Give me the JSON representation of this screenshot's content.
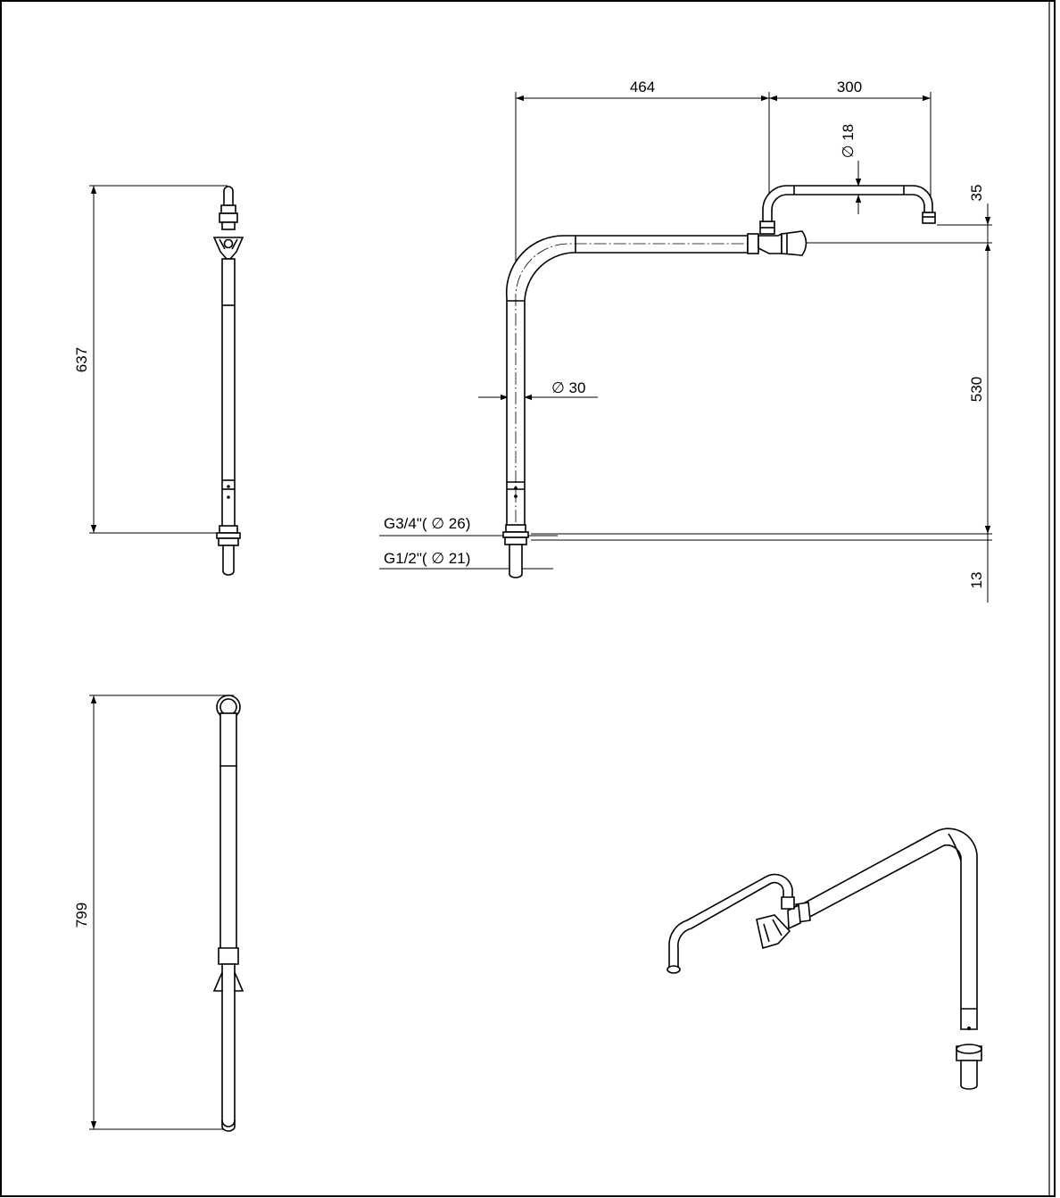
{
  "drawing": {
    "border_color": "#000000",
    "background": "#ffffff"
  },
  "dimensions": {
    "side_height": "637",
    "total_length": "799",
    "horizontal_reach": "464",
    "spout_length": "300",
    "spout_diameter": "∅ 18",
    "spout_drop": "35",
    "pipe_diameter": "∅ 30",
    "riser_height": "530",
    "thread_large": "G3/4\"( ∅ 26)",
    "thread_small": "G1/2\"( ∅ 21)",
    "nut_height": "13"
  }
}
